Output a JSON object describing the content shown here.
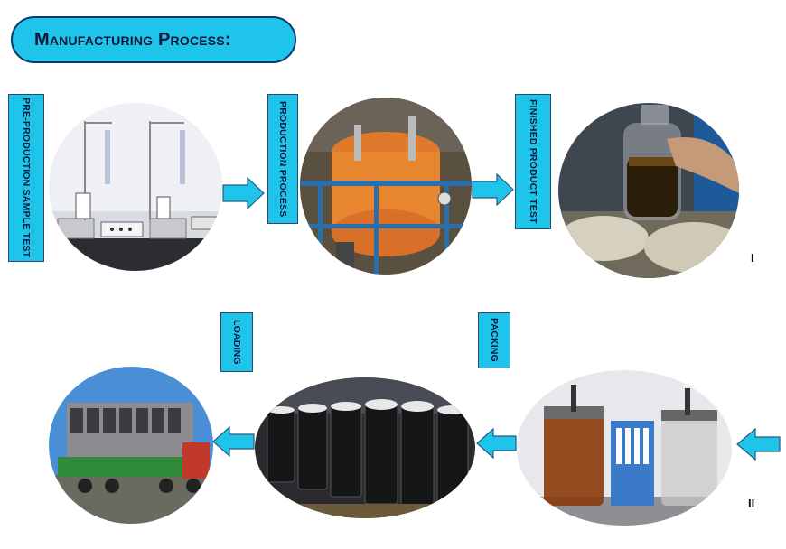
{
  "title": "Manufacturing Process:",
  "steps": {
    "pre_production": "PRE-PRODUCTION SAMPLE TEST",
    "production": "PRODUCTION PROCESS",
    "finished": "FINISHED PRODUCT TEST",
    "packing": "PACKING",
    "loading": "LOADING"
  },
  "markers": {
    "row1": "I",
    "row2": "II"
  },
  "colors": {
    "accent": "#1fc4ea",
    "border": "#0a3a6a"
  }
}
